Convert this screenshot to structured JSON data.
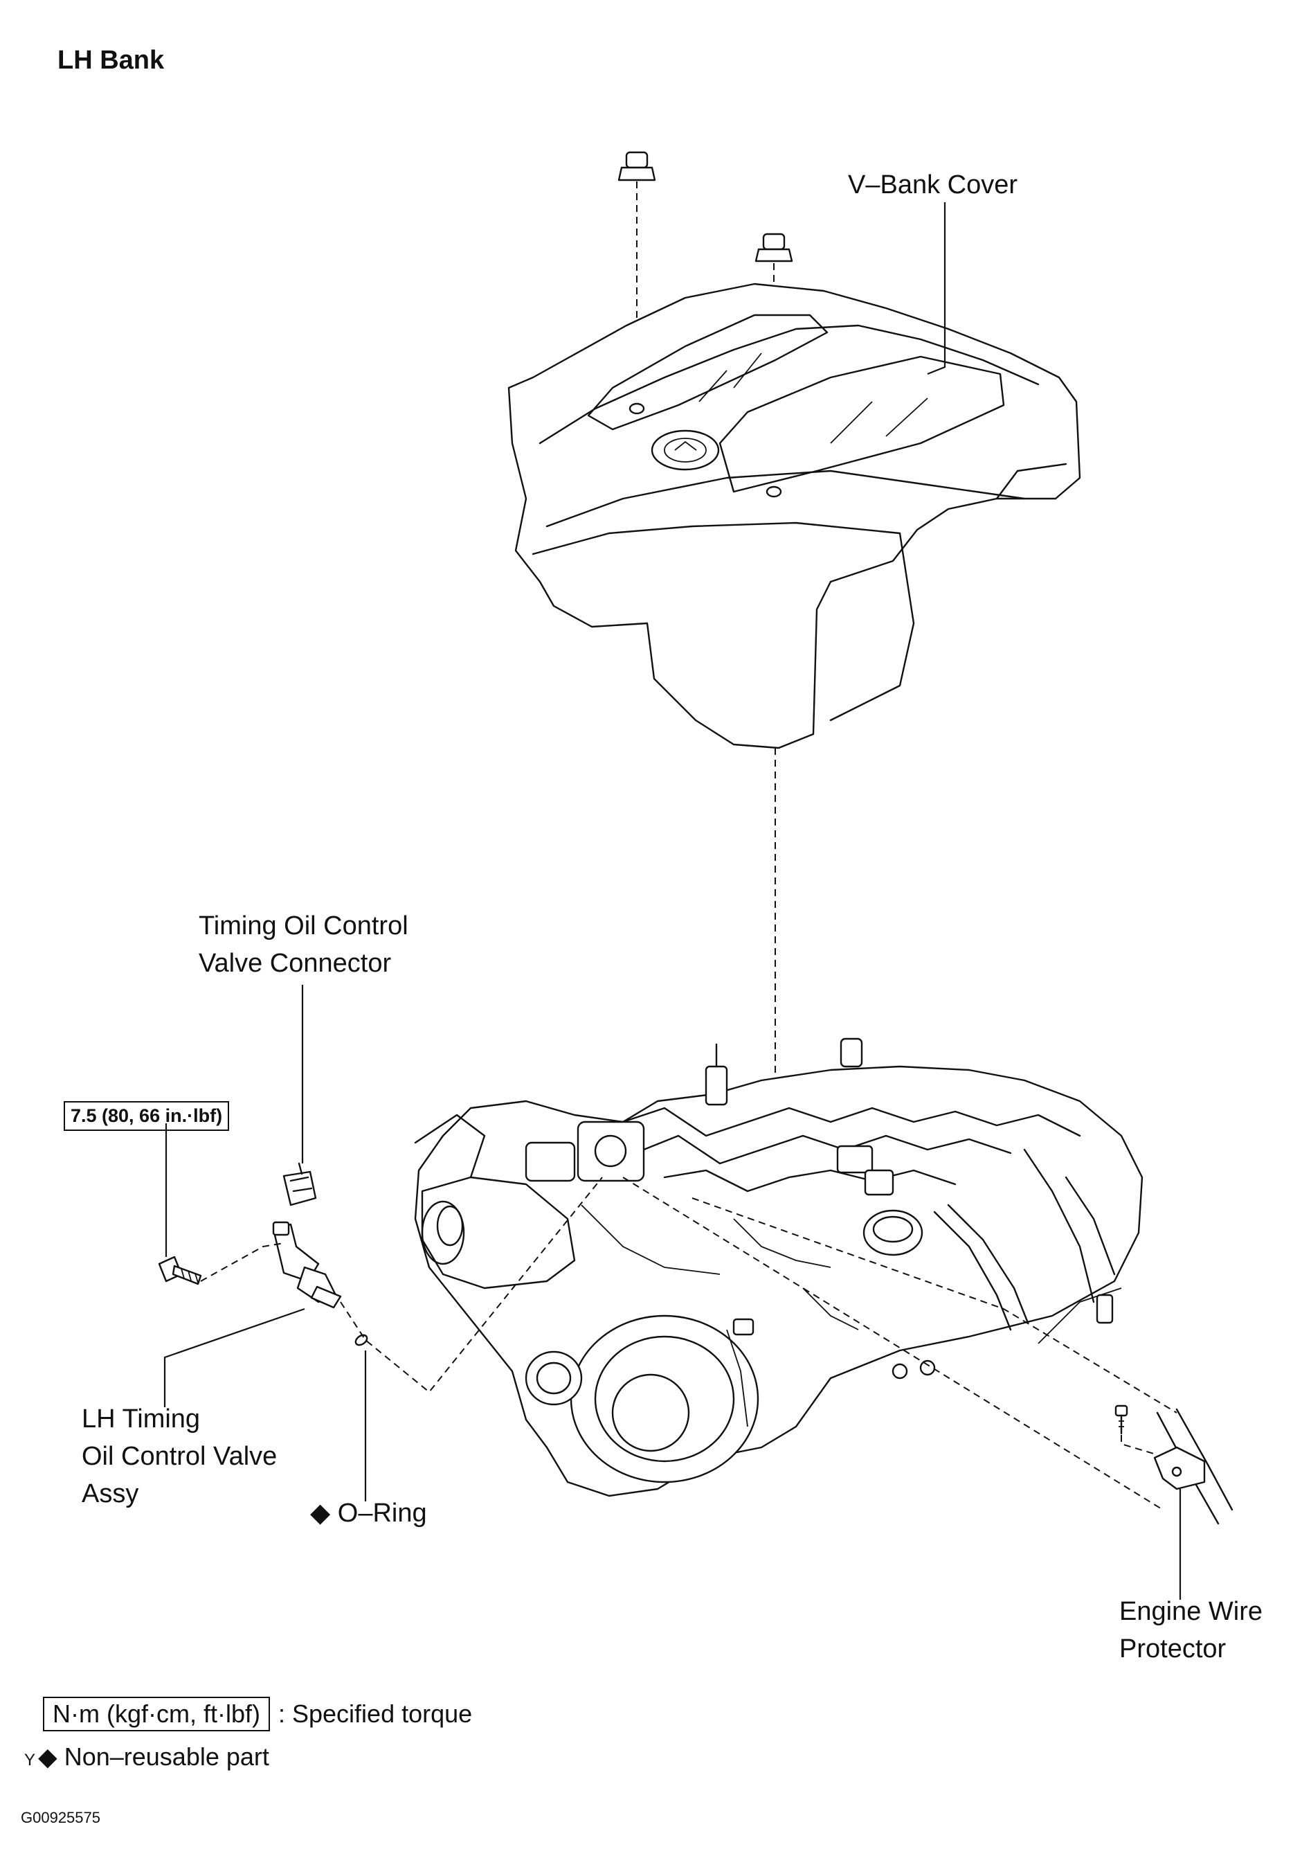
{
  "title": "LH Bank",
  "labels": {
    "v_bank_cover": "V–Bank Cover",
    "timing_oil_connector": "Timing Oil Control\nValve Connector",
    "torque_value": "7.5 (80, 66 in.·lbf)",
    "lh_valve": "LH Timing\nOil Control Valve\nAssy",
    "o_ring": "◆ O–Ring",
    "engine_wire": "Engine Wire\nProtector"
  },
  "legend": {
    "torque_unit": "N·m (kgf·cm, ft·lbf)",
    "torque_desc": ": Specified torque",
    "small_mark": "Y",
    "nonreusable": "◆ Non–reusable part"
  },
  "figure_code": "G00925575"
}
